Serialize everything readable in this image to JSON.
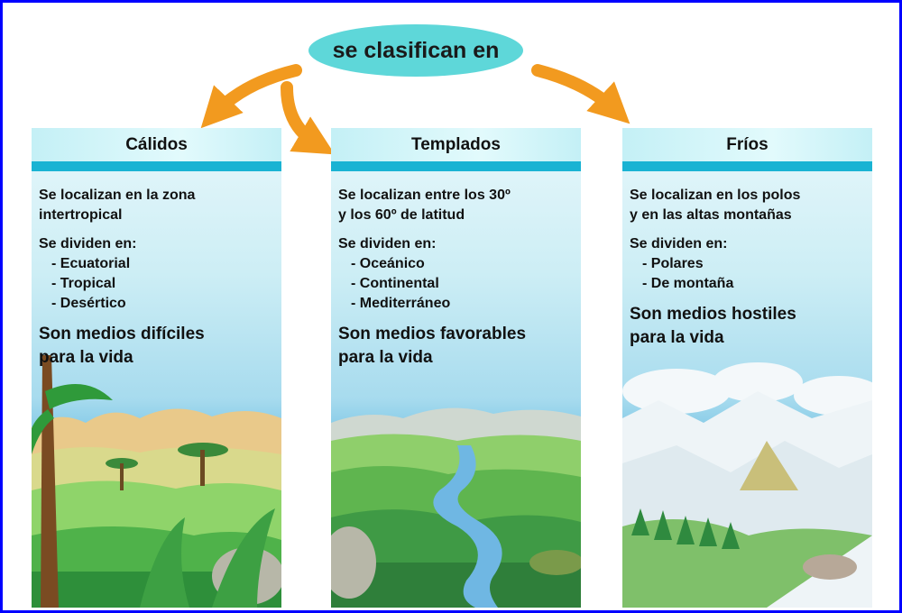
{
  "colors": {
    "frame": "#0000ff",
    "oval": "#5ed7d9",
    "arrow": "#f29a1f",
    "header_bar": "#19b3d3"
  },
  "top_label": "se clasifican en",
  "panels": [
    {
      "title": "Cálidos",
      "location": [
        "Se localizan en la zona",
        "intertropical"
      ],
      "divide_title": "Se dividen en:",
      "types": [
        "Ecuatorial",
        "Tropical",
        "Desértico"
      ],
      "conclusion": [
        "Son medios difíciles",
        "para la vida"
      ],
      "scene": "tropical-landscape"
    },
    {
      "title": "Templados",
      "location": [
        "Se localizan entre los 30º",
        "y los 60º de latitud"
      ],
      "divide_title": "Se dividen en:",
      "types": [
        "Oceánico",
        "Continental",
        "Mediterráneo"
      ],
      "conclusion": [
        "Son medios favorables",
        "para la vida"
      ],
      "scene": "temperate-river-valley"
    },
    {
      "title": "Fríos",
      "location": [
        "Se localizan en los polos",
        "y en las altas montañas"
      ],
      "divide_title": "Se dividen en:",
      "types": [
        "Polares",
        "De montaña"
      ],
      "conclusion": [
        "Son medios hostiles",
        "para la vida"
      ],
      "scene": "snowy-mountains"
    }
  ]
}
